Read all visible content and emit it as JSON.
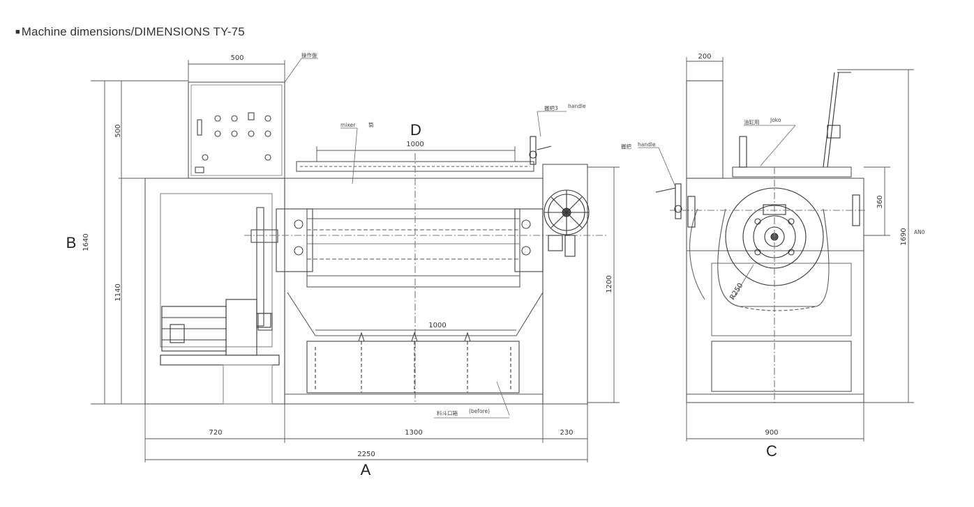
{
  "title": {
    "bullet": "■",
    "text": "Machine dimensions/DIMENSIONS TY-75"
  },
  "front_view": {
    "dims": {
      "top_width": "500",
      "top_height": "500",
      "total_height": "1640",
      "lower_height": "1140",
      "right_height": "1200",
      "drum_top": "1000",
      "drum_bottom": "1000",
      "left_section": "720",
      "mid_section": "1300",
      "right_section": "230",
      "overall_length": "2250"
    },
    "letters": {
      "A": "A",
      "B": "B",
      "D": "D"
    },
    "labels": {
      "control_box_cn": "操作盤",
      "mixer": "mixer",
      "mixer_cn": "筒",
      "handle_cn": "握把3",
      "handle": "handle",
      "before_cn": "料斗口箱",
      "before": "(before)"
    }
  },
  "side_view": {
    "dims": {
      "top_width": "200",
      "right_height": "360",
      "total_height": "1690",
      "width": "900",
      "radius": "R250"
    },
    "letters": {
      "C": "C"
    },
    "labels": {
      "handle_cn": "握把",
      "handle": "handle",
      "cn_mid": "油缸用",
      "joint": "Joko",
      "side_note": "AN0"
    }
  }
}
